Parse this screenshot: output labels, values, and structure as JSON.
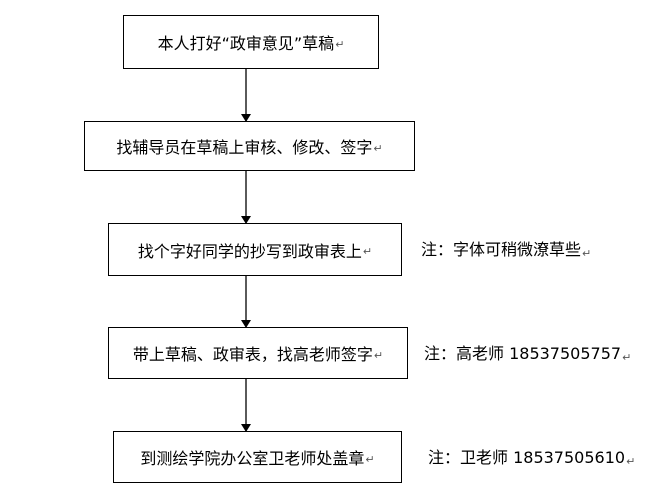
{
  "flowchart": {
    "steps": [
      "本人打好“政审意见”草稿",
      "找辅导员在草稿上审核、修改、签字",
      "找个字好同学的抄写到政审表上",
      "带上草稿、政审表，找高老师签字",
      "到测绘学院办公室卫老师处盖章"
    ],
    "notes": [
      "注：字体可稍微潦草些",
      "注：高老师 18537505757",
      "注：卫老师 18537505610"
    ],
    "paragraph_mark": "↵"
  }
}
